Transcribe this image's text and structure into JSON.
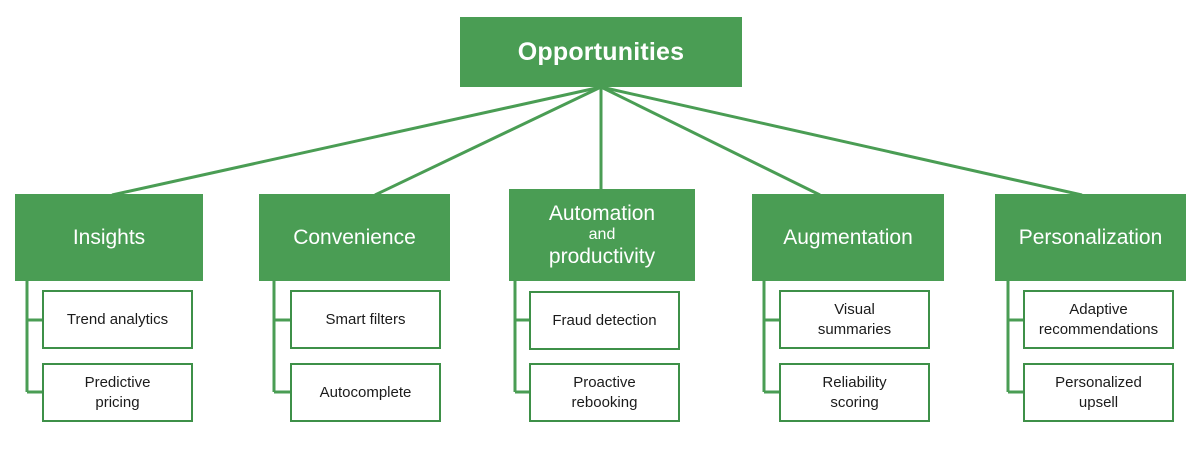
{
  "diagram": {
    "type": "hierarchy-tree",
    "title": "Opportunities",
    "accent_color": "#4a9d54",
    "leaf_border_color": "#3e9048",
    "leaf_text_color": "#1b1b1b",
    "background_color": "#ffffff",
    "root": {
      "label": "Opportunities"
    },
    "branches": [
      {
        "label": "Insights",
        "label_line1": "Insights",
        "label_line2": "",
        "label_line3": "",
        "children": [
          {
            "label": "Trend analytics"
          },
          {
            "label": "Predictive\npricing"
          }
        ]
      },
      {
        "label": "Convenience",
        "label_line1": "Convenience",
        "label_line2": "",
        "label_line3": "",
        "children": [
          {
            "label": "Smart filters"
          },
          {
            "label": "Autocomplete"
          }
        ]
      },
      {
        "label": "Automation and productivity",
        "label_line1": "Automation",
        "label_line2": "and",
        "label_line3": "productivity",
        "children": [
          {
            "label": "Fraud detection"
          },
          {
            "label": "Proactive\nrebooking"
          }
        ]
      },
      {
        "label": "Augmentation",
        "label_line1": "Augmentation",
        "label_line2": "",
        "label_line3": "",
        "children": [
          {
            "label": "Visual\nsummaries"
          },
          {
            "label": "Reliability\nscoring"
          }
        ]
      },
      {
        "label": "Personalization",
        "label_line1": "Personalization",
        "label_line2": "",
        "label_line3": "",
        "children": [
          {
            "label": "Adaptive\nrecommendations"
          },
          {
            "label": "Personalized\nupsell"
          }
        ]
      }
    ]
  }
}
